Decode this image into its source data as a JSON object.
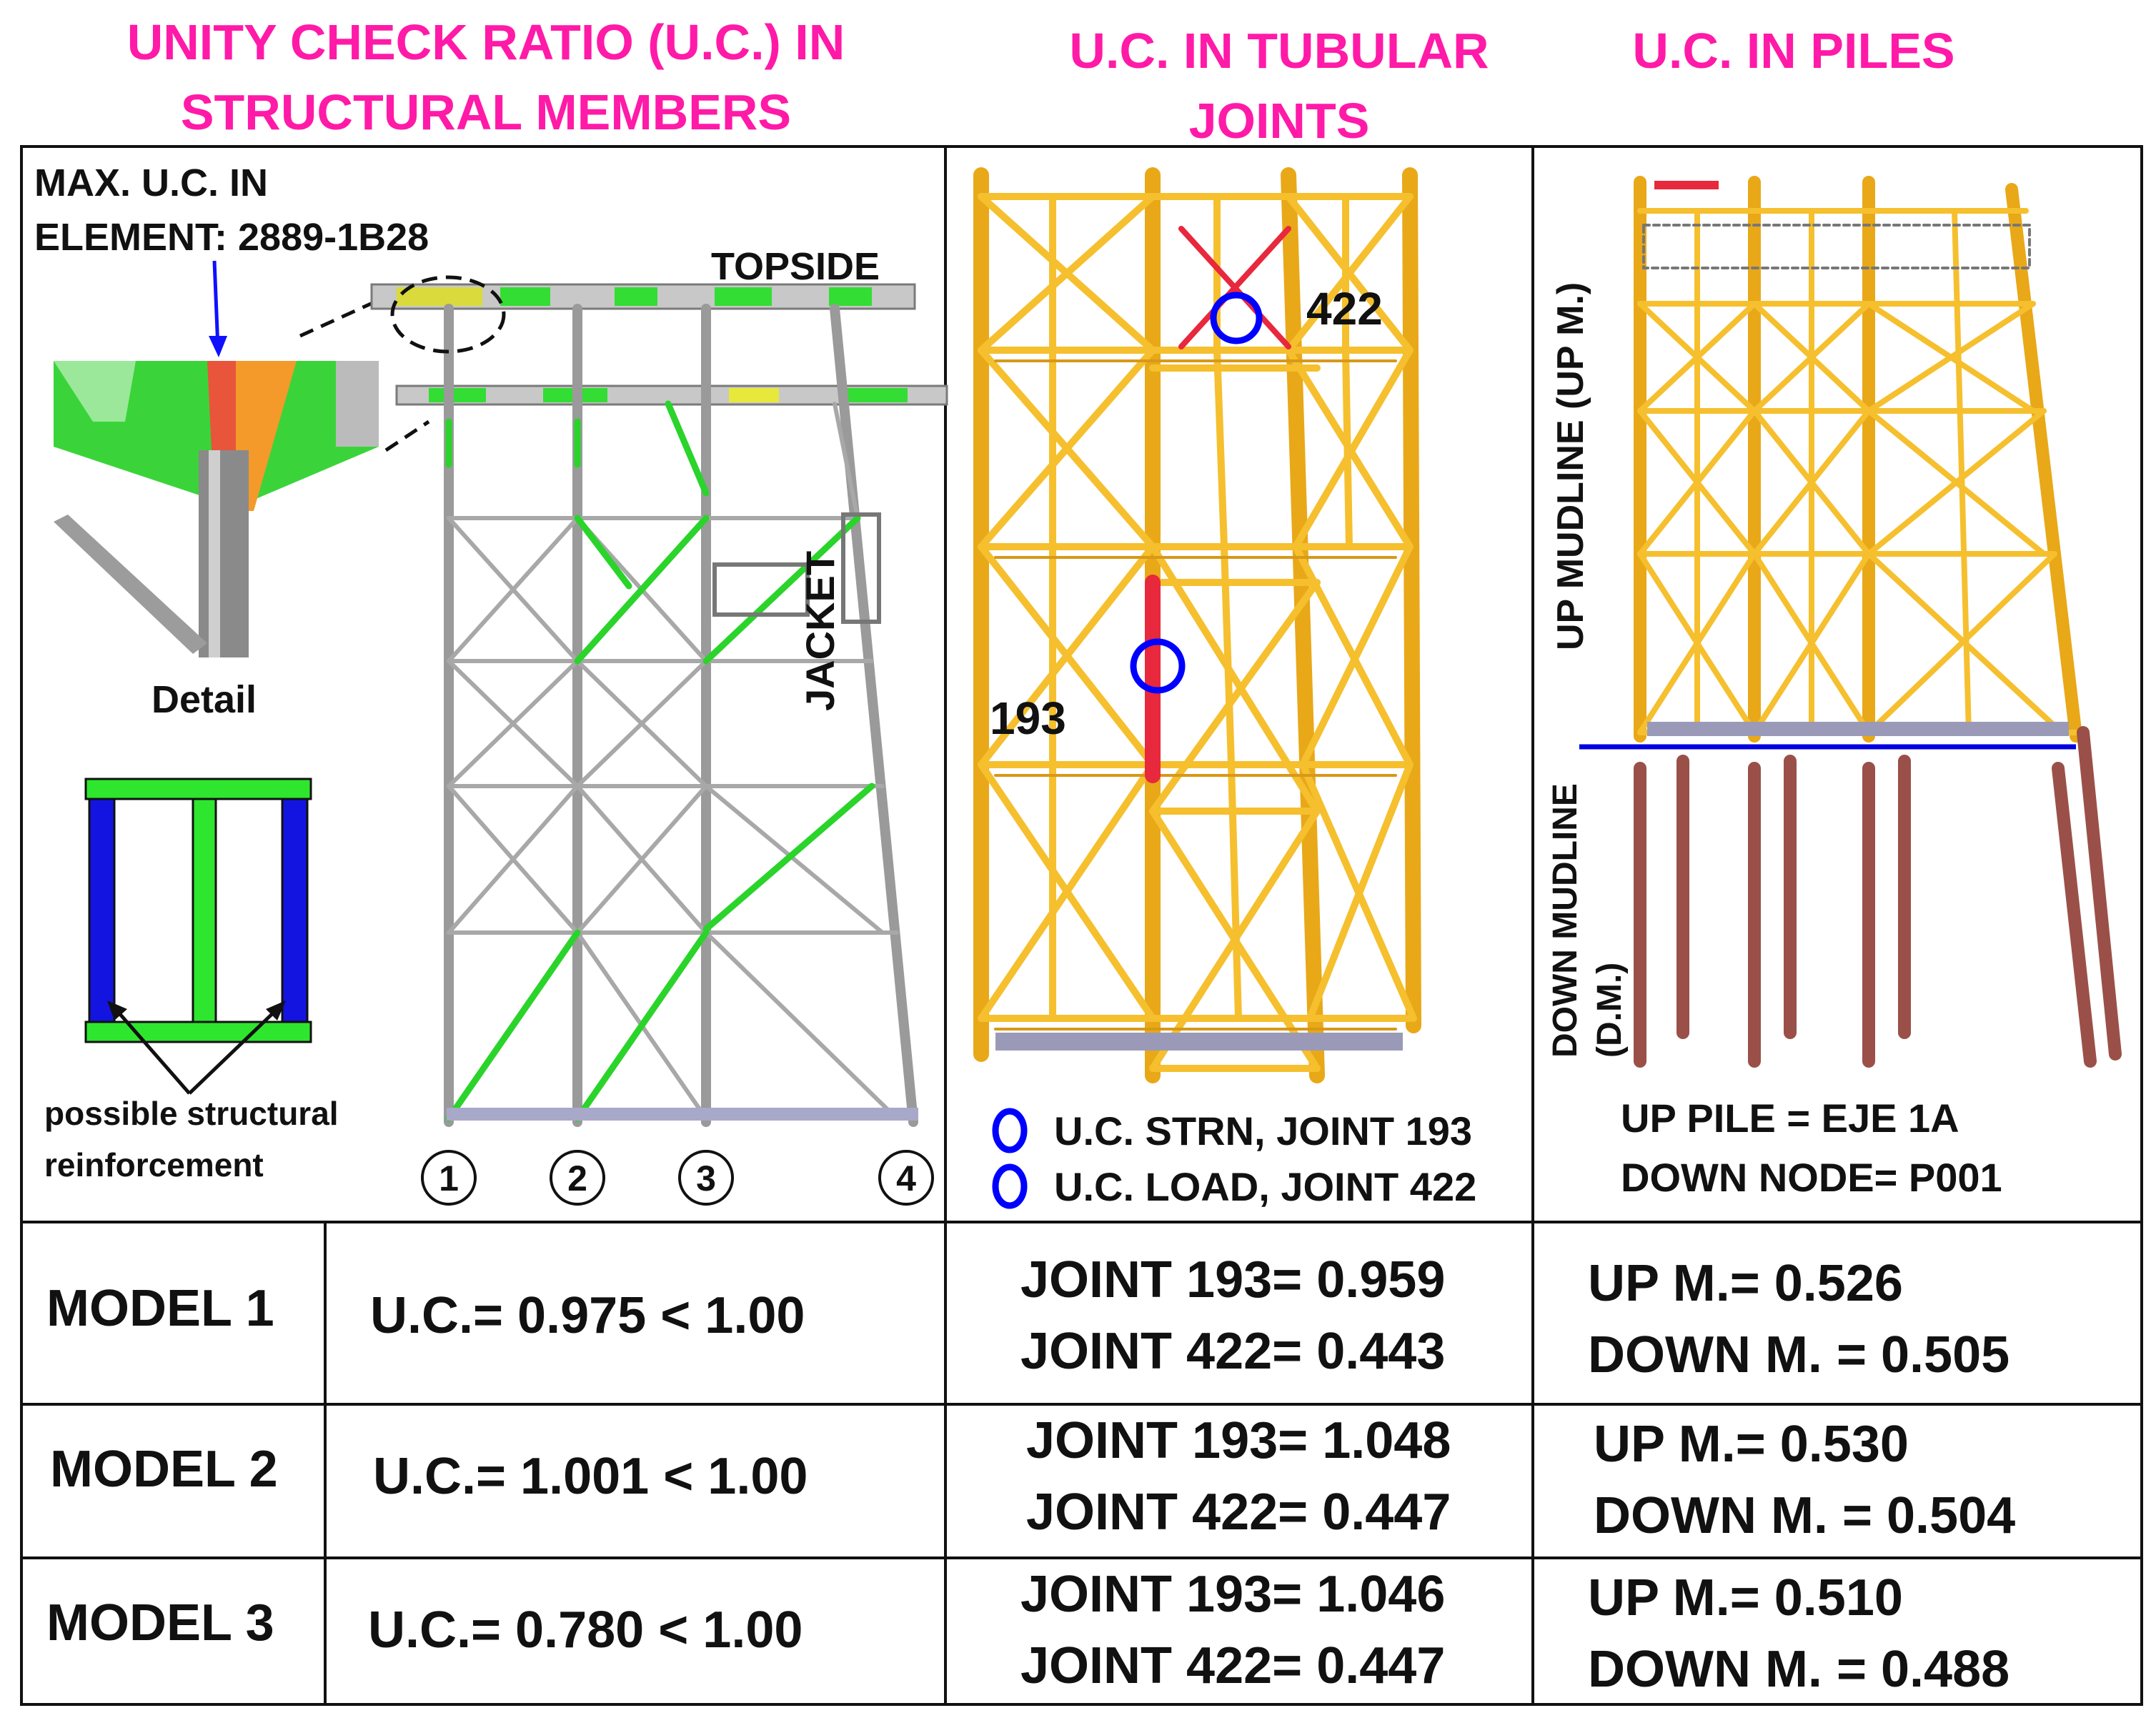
{
  "headers": {
    "members_line1": "UNITY CHECK RATIO (U.C.) IN",
    "members_line2": "STRUCTURAL MEMBERS",
    "joints_line1": "U.C. IN TUBULAR",
    "joints_line2": "JOINTS",
    "piles": "U.C. IN PILES"
  },
  "members_panel": {
    "max_uc_line1": "MAX. U.C. IN",
    "max_uc_line2": "ELEMENT: 2889-1B28",
    "topside": "TOPSIDE",
    "jacket": "JACKET",
    "detail": "Detail",
    "reinforcement_line1": "possible structural",
    "reinforcement_line2": "reinforcement",
    "axis_labels": [
      "1",
      "2",
      "3",
      "4"
    ]
  },
  "joints_panel": {
    "joint_a": "422",
    "joint_b": "193",
    "legend": [
      {
        "text": "U.C. STRN, JOINT 193",
        "color": "#0000ff"
      },
      {
        "text": "U.C. LOAD, JOINT 422",
        "color": "#0000ff"
      }
    ]
  },
  "piles_panel": {
    "up_mudline": "UP MUDLINE (UP M.)",
    "down_mudline_line1": "DOWN MUDLINE",
    "down_mudline_line2": "(D.M.)",
    "up_pile": "UP PILE = EJE 1A",
    "down_node": "DOWN NODE= P001"
  },
  "colors": {
    "header": "#ff1aa8",
    "steel_yellow": "#f0b428",
    "critical_red": "#e8283c",
    "uc_green": "#22dd22",
    "marker_blue": "#0000ff",
    "pile_brown": "#a05a50"
  },
  "results": [
    {
      "model": "MODEL  1",
      "uc": "U.C.= 0.975 < 1.00",
      "joint193": "JOINT 193= 0.959",
      "joint422": "JOINT 422= 0.443",
      "up": "UP M.= 0.526",
      "down": "DOWN M. = 0.505"
    },
    {
      "model": "MODEL  2",
      "uc": "U.C.= 1.001 < 1.00",
      "joint193": "JOINT 193= 1.048",
      "joint422": "JOINT 422= 0.447",
      "up": "UP M.= 0.530",
      "down": "DOWN M. = 0.504"
    },
    {
      "model": "MODEL  3",
      "uc": "U.C.= 0.780 < 1.00",
      "joint193": "JOINT 193= 1.046",
      "joint422": "JOINT 422= 0.447",
      "up": "UP M.= 0.510",
      "down": "DOWN M. = 0.488"
    }
  ]
}
